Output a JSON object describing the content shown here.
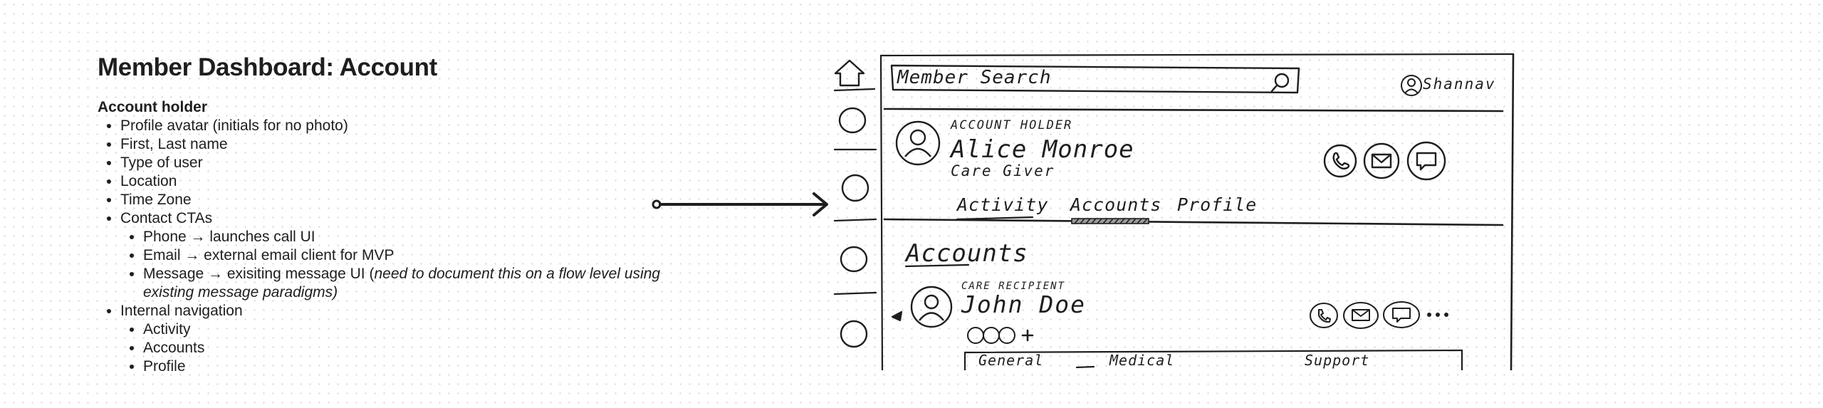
{
  "notes": {
    "title": "Member Dashboard: Account",
    "section_heading": "Account holder",
    "items": [
      "Profile avatar (initials for no photo)",
      "First, Last name",
      "Type of user",
      "Location",
      "Time Zone",
      "Contact CTAs"
    ],
    "contact_items": [
      "Phone → launches call UI",
      "Email → external email client for MVP"
    ],
    "message_item": {
      "prefix": "Message → exisiting message UI (",
      "italic": "need to document this on a flow level using existing message paradigms)"
    },
    "nav_item": "Internal navigation",
    "nav_items": [
      "Activity",
      "Accounts",
      "Profile"
    ]
  },
  "sketch": {
    "search_placeholder": "Member Search",
    "user_name": "Shannav",
    "account_label": "Account Holder",
    "account_name": "Alice Monroe",
    "account_type": "Care Giver",
    "tabs": [
      "Activity",
      "Accounts",
      "Profile"
    ],
    "section_title": "Accounts",
    "recipient_label": "Care Recipient",
    "recipient_name": "John Doe",
    "recipient_tabs": [
      "General",
      "Medical",
      "Support"
    ]
  },
  "colors": {
    "ink": "#1e1e1e",
    "dot_grid": "#d9d9d9"
  }
}
